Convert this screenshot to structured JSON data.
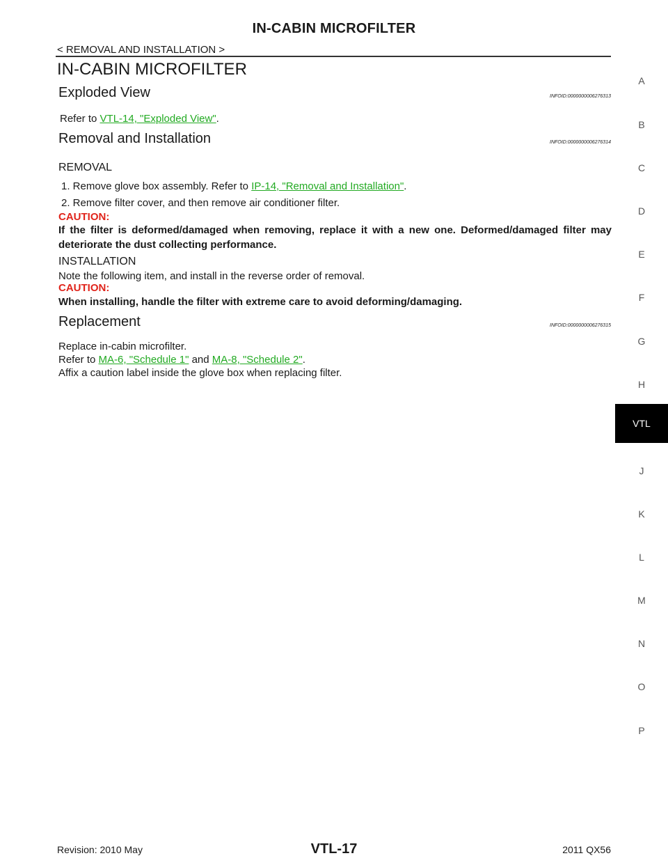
{
  "header": {
    "running_title": "IN-CABIN MICROFILTER",
    "breadcrumb": "< REMOVAL AND INSTALLATION >"
  },
  "page_title": "IN-CABIN MICROFILTER",
  "exploded_view": {
    "title": "Exploded View",
    "info_id": "INFOID:0000000006276313",
    "text_before": "Refer to ",
    "link": "VTL-14, \"Exploded View\"",
    "text_after": "."
  },
  "removal_installation": {
    "title": "Removal and Installation",
    "info_id": "INFOID:0000000006276314",
    "removal": {
      "heading": "REMOVAL",
      "step1_before": "1.  Remove glove box assembly. Refer to ",
      "step1_link": "IP-14, \"Removal and Installation\"",
      "step1_after": ".",
      "step2": "2.  Remove filter cover, and then remove air conditioner filter.",
      "caution_label": "CAUTION:",
      "caution_text": "If the filter is deformed/damaged when removing, replace it with a new one. Deformed/damaged filter may deteriorate the dust collecting performance."
    },
    "installation": {
      "heading": "INSTALLATION",
      "text": "Note the following item, and install in the reverse order of removal.",
      "caution_label": "CAUTION:",
      "caution_text": "When installing, handle the filter with extreme care to avoid deforming/damaging."
    }
  },
  "replacement": {
    "title": "Replacement",
    "info_id": "INFOID:0000000006276315",
    "line1": "Replace in-cabin microfilter.",
    "line2_before": "Refer to ",
    "link1": "MA-6, \"Schedule 1\"",
    "line2_mid": " and ",
    "link2": "MA-8, \"Schedule 2\"",
    "line2_after": ".",
    "line3": "Affix a caution label inside the glove box when replacing filter."
  },
  "side_index": {
    "letters": [
      "A",
      "B",
      "C",
      "D",
      "E",
      "F",
      "G",
      "H",
      "VTL",
      "J",
      "K",
      "L",
      "M",
      "N",
      "O",
      "P"
    ],
    "active": "VTL"
  },
  "footer": {
    "page_number": "VTL-17",
    "revision": "Revision: 2010 May",
    "model": "2011 QX56"
  },
  "colors": {
    "link": "#22aa22",
    "caution": "#e0241b",
    "active_tab_bg": "#000000"
  }
}
